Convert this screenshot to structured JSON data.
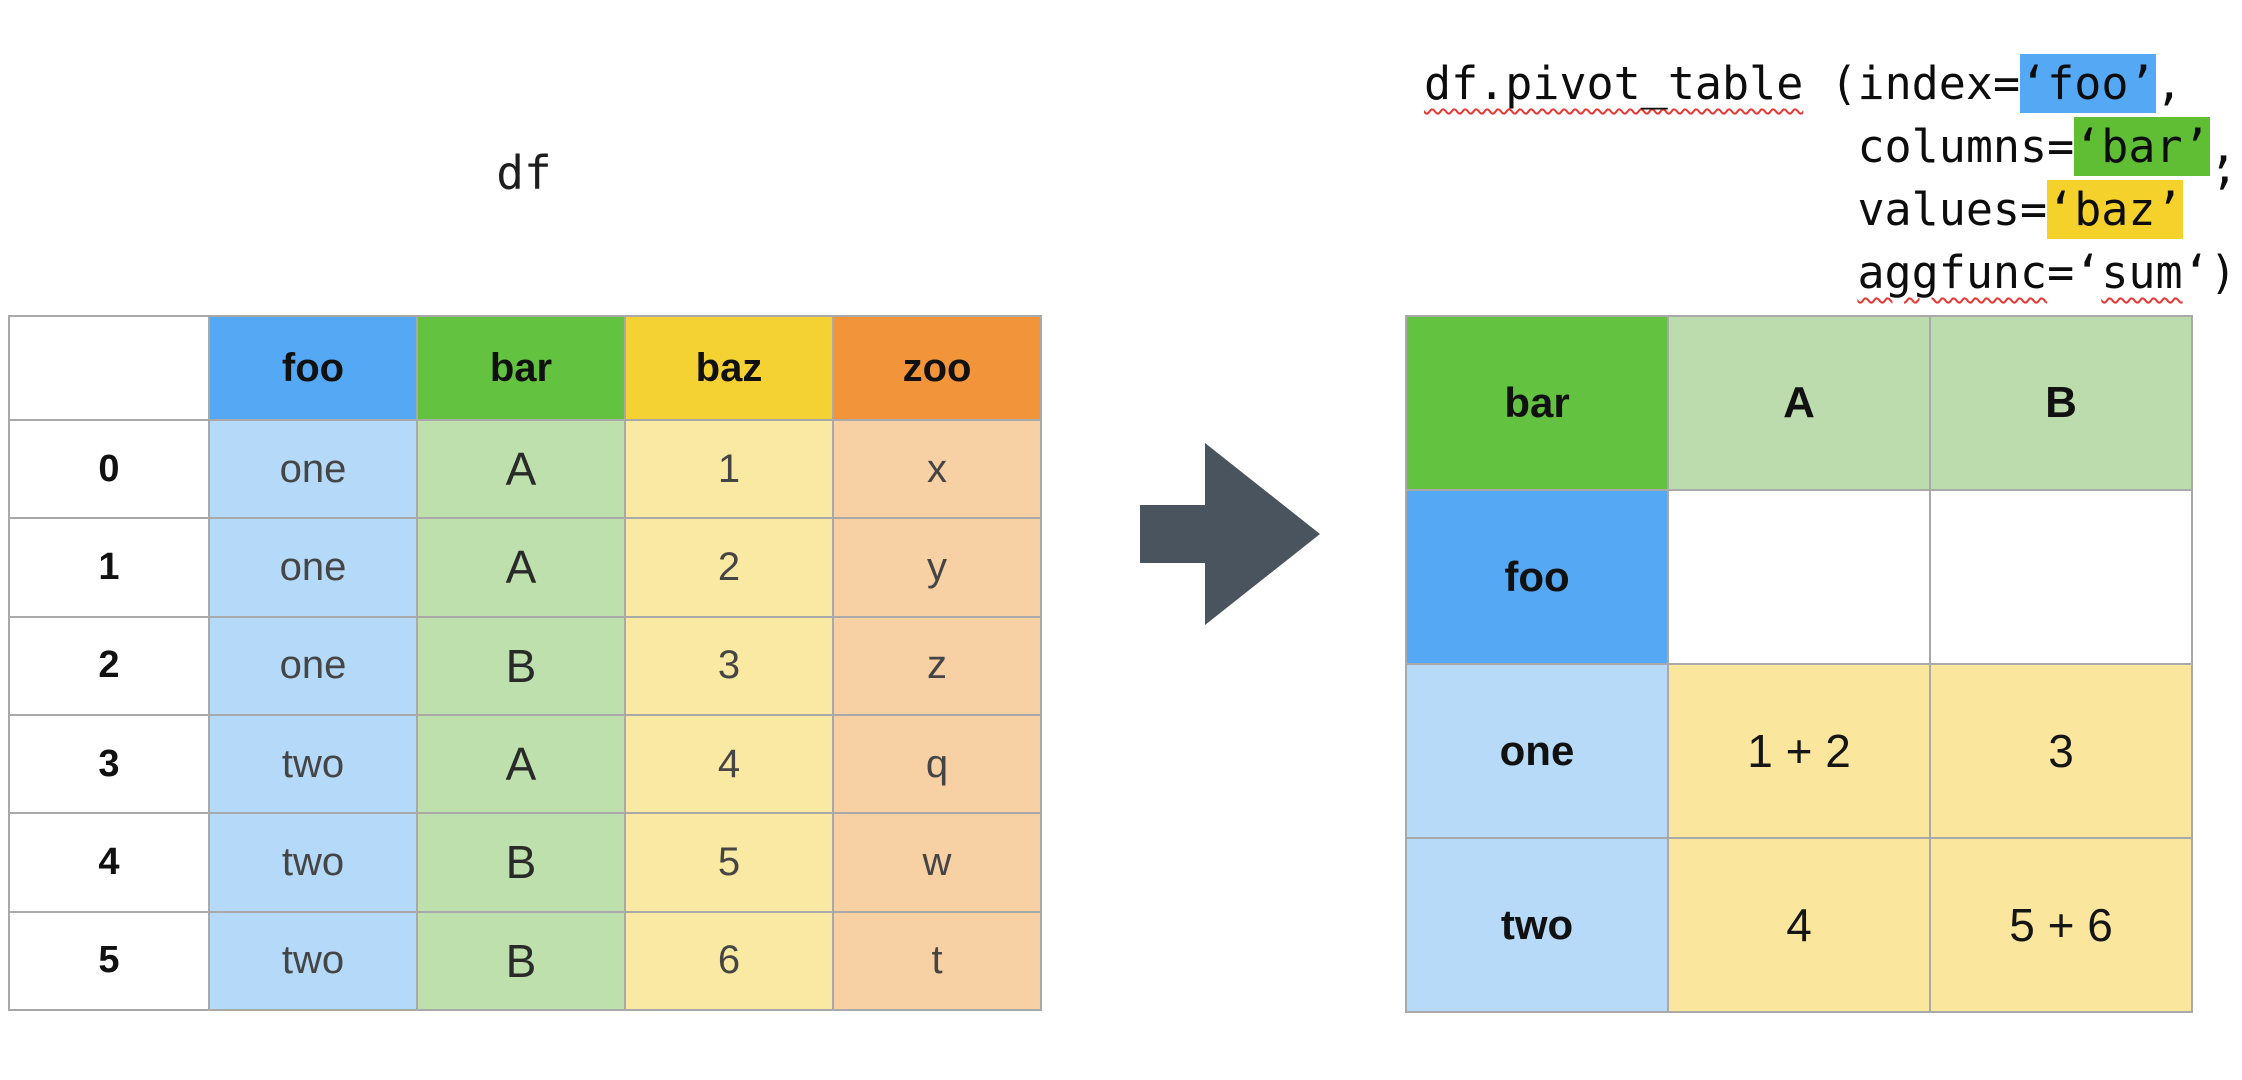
{
  "colors": {
    "header-blue": "#54A8F4",
    "header-green": "#64C241",
    "header-yellow": "#F5D233",
    "header-orange": "#F2953A",
    "body-blue": "#B5D9F8",
    "body-green": "#BEE0AC",
    "body-yellow": "#FAE9A2",
    "body-orange": "#F7D0A4",
    "pivot-green-light": "#BDDCAE",
    "pivot-yellow": "#FAE79D",
    "pivot-blue-light": "#B7DAF8",
    "arrow-gray": "#4A545F",
    "border-gray": "#A9A9A9",
    "squiggle-red": "#E53935",
    "hl-blue": "#54A8F4",
    "hl-green": "#5FBE33",
    "hl-yellow": "#F5D22B"
  },
  "left": {
    "title": "df",
    "headers": [
      "",
      "foo",
      "bar",
      "baz",
      "zoo"
    ],
    "rows": [
      [
        "0",
        "one",
        "A",
        "1",
        "x"
      ],
      [
        "1",
        "one",
        "A",
        "2",
        "y"
      ],
      [
        "2",
        "one",
        "B",
        "3",
        "z"
      ],
      [
        "3",
        "two",
        "A",
        "4",
        "q"
      ],
      [
        "4",
        "two",
        "B",
        "5",
        "w"
      ],
      [
        "5",
        "two",
        "B",
        "6",
        "t"
      ]
    ]
  },
  "code": {
    "fn": "df.pivot_table",
    "index_prefix": " (index=",
    "index_value": "‘foo’",
    "index_suffix": ",",
    "columns_prefix": "columns=",
    "columns_value": "‘bar’",
    "columns_suffix": ",",
    "values_prefix": "values=",
    "values_value": "‘baz’",
    "aggfunc_key": "aggfunc",
    "aggfunc_eq": "=‘",
    "aggfunc_value": "sum",
    "aggfunc_close": "‘)",
    "stray_quote": "’"
  },
  "right": {
    "rows": [
      [
        "bar",
        "A",
        "B"
      ],
      [
        "foo",
        "",
        ""
      ],
      [
        "one",
        "1 + 2",
        "3"
      ],
      [
        "two",
        "4",
        "5 + 6"
      ]
    ]
  }
}
